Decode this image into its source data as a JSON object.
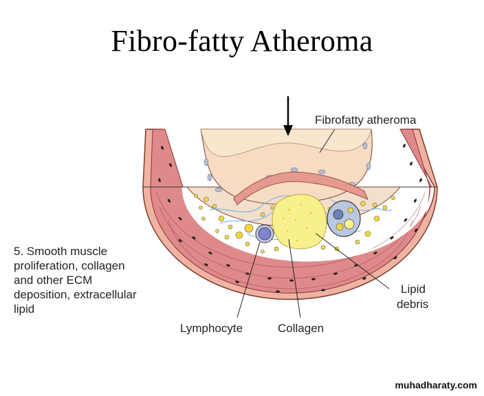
{
  "title": "Fibro-fatty Atheroma",
  "labels": {
    "fibrofatty_atheroma": "Fibrofatty atheroma",
    "lipid_line1": "Lipid",
    "lipid_line2": "debris",
    "lymphocyte": "Lymphocyte",
    "collagen": "Collagen"
  },
  "stage_description": {
    "lines": [
      "5. Smooth muscle",
      "proliferation, collagen",
      "and other ECM",
      "deposition, extracellular",
      "lipid"
    ]
  },
  "watermark": "muhadharaty.com",
  "colors": {
    "vessel_wall": "#de8a8a",
    "wall_outer": "#efb3a3",
    "plaque_cap": "#f6dcc2",
    "lipid_core": "#f8f08c",
    "lipid_droplet": "#f2d640",
    "lymphocyte": "#7f84cc",
    "collagen_fibers": "#7fb6e0"
  }
}
